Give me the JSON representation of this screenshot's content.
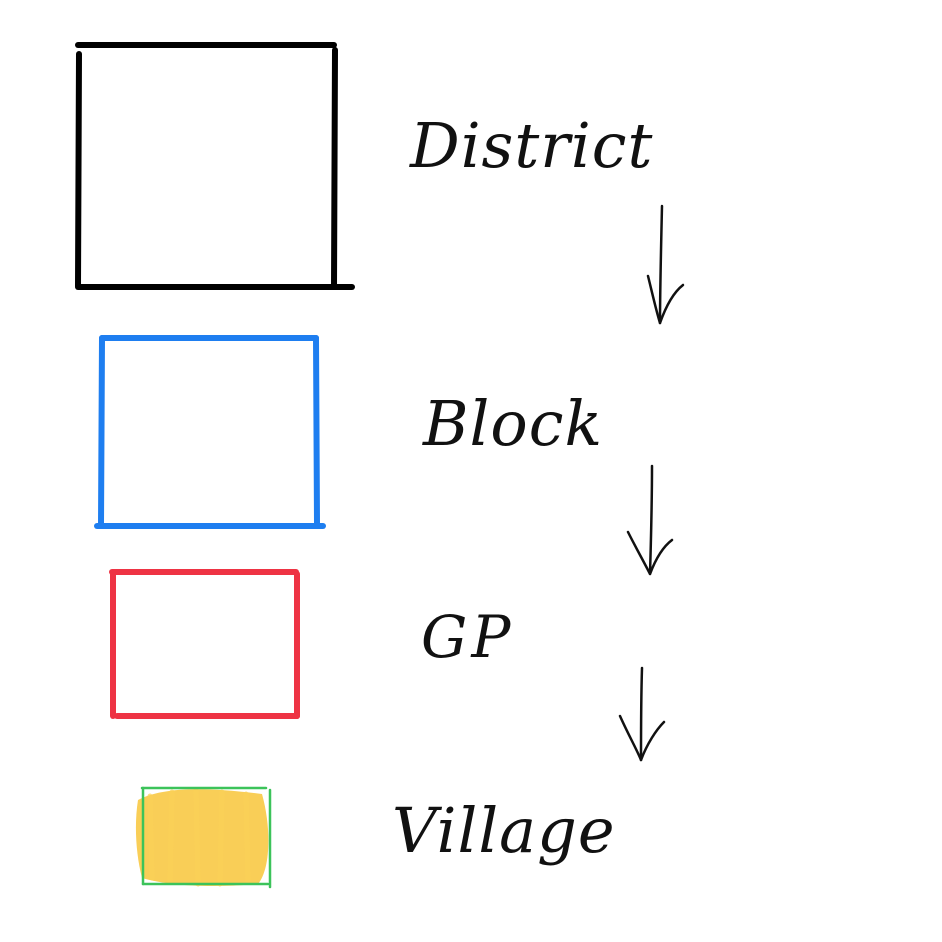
{
  "diagram": {
    "levels": [
      {
        "label": "District",
        "color": "#000000"
      },
      {
        "label": "Block",
        "color": "#1e7ef0"
      },
      {
        "label": "GP",
        "color": "#ee3344"
      },
      {
        "label": "Village",
        "color": "#3cc35a",
        "fill": "#f8c53a"
      }
    ]
  }
}
